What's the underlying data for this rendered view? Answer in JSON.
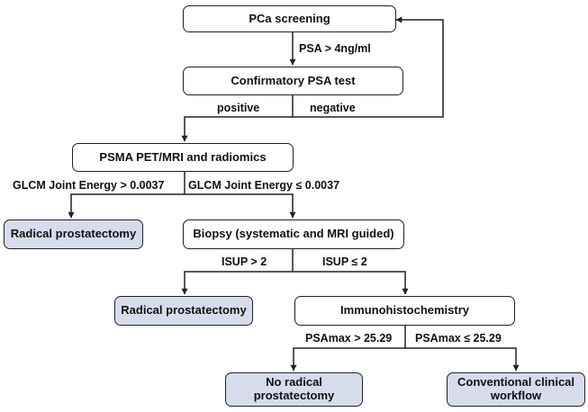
{
  "nodes": {
    "screening": "PCa screening",
    "confirmatory": "Confirmatory PSA test",
    "psma": "PSMA PET/MRI and radiomics",
    "rp_left": "Radical prostatectomy",
    "biopsy": "Biopsy (systematic and MRI guided)",
    "rp_mid": "Radical prostatectomy",
    "ihc": "Immunohistochemistry",
    "no_rp": "No radical prostatectomy",
    "conventional": "Conventional clinical workflow"
  },
  "edges": {
    "psa_threshold": "PSA > 4ng/ml",
    "positive": "positive",
    "negative": "negative",
    "glcm_high": "GLCM Joint Energy > 0.0037",
    "glcm_low": "GLCM Joint Energy ≤ 0.0037",
    "isup_high": "ISUP > 2",
    "isup_low": "ISUP ≤ 2",
    "psamax_high": "PSAmax > 25.29",
    "psamax_low": "PSAmax ≤ 25.29"
  },
  "colors": {
    "outcome_fill": "#d6dcec",
    "line": "#222222"
  }
}
